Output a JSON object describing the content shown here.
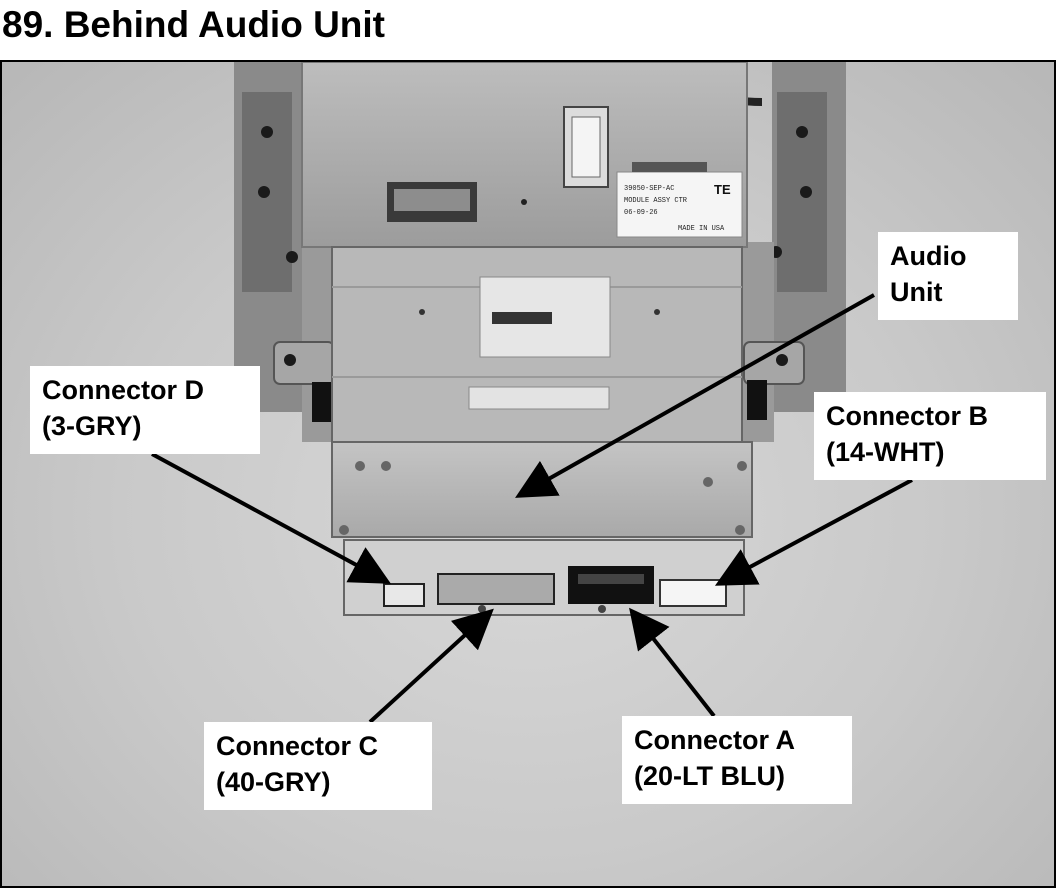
{
  "page": {
    "title": "89. Behind Audio Unit"
  },
  "callouts": {
    "audio_unit": {
      "line1": "Audio",
      "line2": "Unit"
    },
    "connector_d": {
      "line1": "Connector D",
      "line2": "(3-GRY)"
    },
    "connector_b": {
      "line1": "Connector B",
      "line2": "(14-WHT)"
    },
    "connector_c": {
      "line1": "Connector C",
      "line2": "(40-GRY)"
    },
    "connector_a": {
      "line1": "Connector A",
      "line2": "(20-LT BLU)"
    }
  },
  "labels": {
    "module_sticker": {
      "line1": "39050-SEP-AC",
      "line2": "MODULE ASSY CTR",
      "line3": "06-09-26",
      "line4": "MADE IN USA",
      "mark": "TE"
    }
  }
}
